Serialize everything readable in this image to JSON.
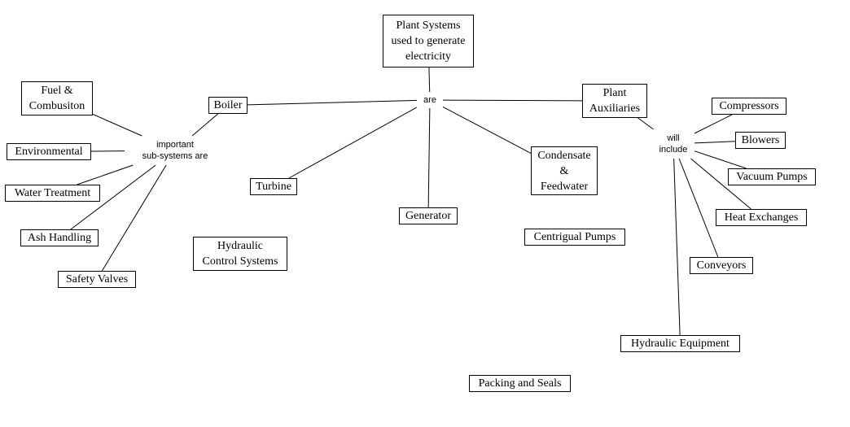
{
  "concepts": {
    "plant_systems": "Plant Systems\nused to generate\nelectricity",
    "boiler": "Boiler",
    "fuel": "Fuel &\nCombusiton",
    "environmental": "Environmental",
    "water_treatment": "Water Treatment",
    "ash_handling": "Ash Handling",
    "safety_valves": "Safety Valves",
    "turbine": "Turbine",
    "generator": "Generator",
    "condensate": "Condensate\n&\nFeedwater",
    "plant_aux": "Plant\nAuxiliaries",
    "compressors": "Compressors",
    "blowers": "Blowers",
    "vacuum_pumps": "Vacuum Pumps",
    "heat_exchanges": "Heat Exchanges",
    "conveyors": "Conveyors",
    "hydraulic_equipment": "Hydraulic Equipment",
    "hydraulic_control": "Hydraulic\nControl Systems",
    "centrifugal_pumps": "Centrigual Pumps",
    "packing_seals": "Packing and Seals"
  },
  "linking_phrases": {
    "are": "are",
    "important": "important\nsub-systems are",
    "will_include": "will\ninclude"
  },
  "connections": [
    [
      "plant_systems",
      "are"
    ],
    [
      "are",
      "boiler"
    ],
    [
      "are",
      "turbine"
    ],
    [
      "are",
      "generator"
    ],
    [
      "are",
      "condensate"
    ],
    [
      "are",
      "plant_aux"
    ],
    [
      "boiler",
      "important"
    ],
    [
      "important",
      "fuel"
    ],
    [
      "important",
      "environmental"
    ],
    [
      "important",
      "water_treatment"
    ],
    [
      "important",
      "ash_handling"
    ],
    [
      "important",
      "safety_valves"
    ],
    [
      "plant_aux",
      "will_include"
    ],
    [
      "will_include",
      "compressors"
    ],
    [
      "will_include",
      "blowers"
    ],
    [
      "will_include",
      "vacuum_pumps"
    ],
    [
      "will_include",
      "heat_exchanges"
    ],
    [
      "will_include",
      "conveyors"
    ],
    [
      "will_include",
      "hydraulic_equipment"
    ]
  ]
}
